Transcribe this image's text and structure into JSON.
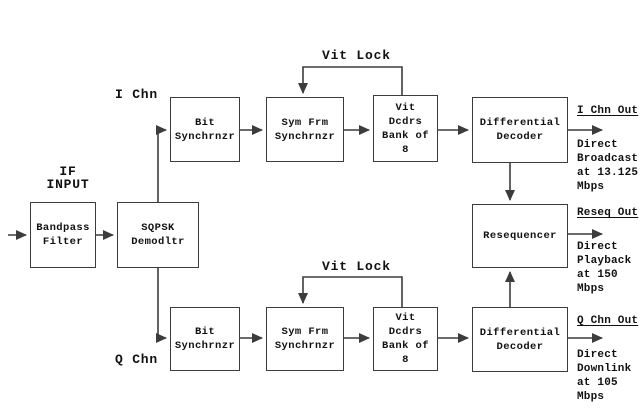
{
  "diagram": {
    "background": "#ffffff",
    "line_color": "#3c3c3c",
    "text_color": "#111111",
    "labels": {
      "if_input": "IF\nINPUT",
      "i_chn": "I Chn",
      "q_chn": "Q Chn",
      "vit_lock_top": "Vit Lock",
      "vit_lock_bottom": "Vit Lock"
    },
    "blocks": {
      "bandpass": "Bandpass\nFilter",
      "sqpsk": "SQPSK\nDemodltr",
      "bit_sync_i": "Bit\nSynchrnzr",
      "sym_frm_i": "Sym Frm\nSynchrnzr",
      "vit_dcdrs_i": "Vit\nDcdrs\nBank of\n8",
      "diff_dec_i": "Differential\nDecoder",
      "resequencer": "Resequencer",
      "bit_sync_q": "Bit\nSynchrnzr",
      "sym_frm_q": "Sym Frm\nSynchrnzr",
      "vit_dcdrs_q": "Vit\nDcdrs\nBank of\n8",
      "diff_dec_q": "Differential\nDecoder"
    },
    "outputs": {
      "i": {
        "title": "I Chn Out",
        "desc": "Direct\nBroadcast\nat 13.125\nMbps"
      },
      "reseq": {
        "title": "Reseq Out",
        "desc": "Direct\nPlayback\nat 150\nMbps"
      },
      "q": {
        "title": "Q Chn Out",
        "desc": "Direct\nDownlink\nat 105\nMbps"
      }
    }
  }
}
